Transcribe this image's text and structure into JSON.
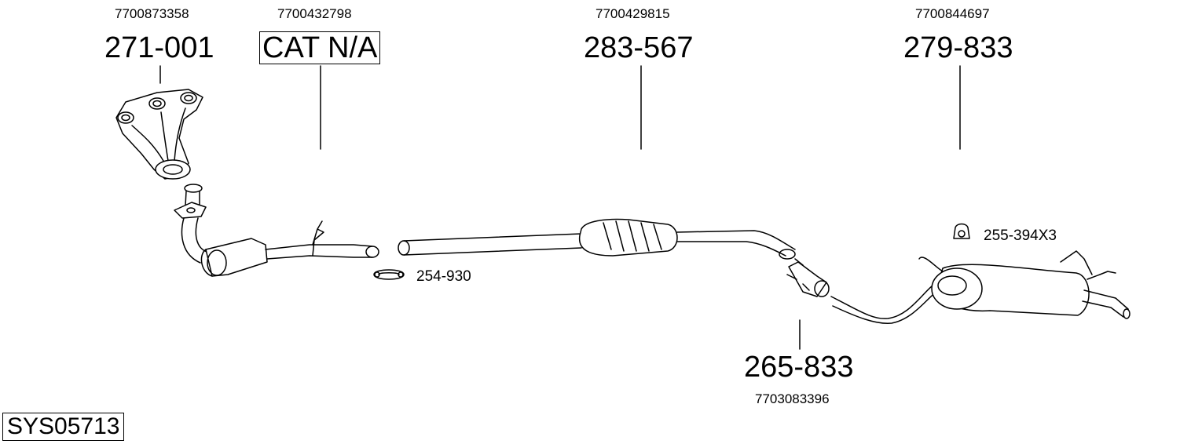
{
  "diagram": {
    "parts": [
      {
        "oe": "7700873358",
        "code": "271-001"
      },
      {
        "oe": "7700432798",
        "code": "CAT N/A"
      },
      {
        "oe": "7700429815",
        "code": "283-567"
      },
      {
        "oe": "7700844697",
        "code": "279-833"
      },
      {
        "oe": "7703083396",
        "code": "265-833"
      }
    ],
    "accessories": [
      {
        "code": "254-930"
      },
      {
        "code": "255-394X3"
      }
    ],
    "system_id": "SYS05713"
  }
}
